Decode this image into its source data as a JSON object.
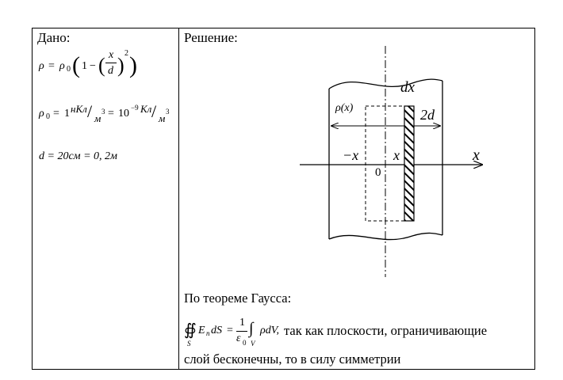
{
  "left": {
    "header": "Дано:",
    "rho_formula": {
      "lhs": "ρ",
      "eq": "=",
      "rho0": "ρ",
      "sub0": "0",
      "one": "1",
      "minus": "−",
      "x": "x",
      "d": "d",
      "pow": "2"
    },
    "rho0_line": {
      "rho0": "ρ",
      "sub0": "0",
      "eq1": "=",
      "one": "1",
      "unit1_num": "нКл",
      "unit1_den": "м",
      "cube": "3",
      "eq2": "=",
      "ten": "10",
      "exp": "−9",
      "unit2_num": "Кл",
      "unit2_den": "м",
      "cube2": "3"
    },
    "d_line": "d = 20см = 0, 2м"
  },
  "right": {
    "header": "Решение:",
    "diagram": {
      "dx": "dx",
      "rho_x": "ρ(x)",
      "two_d": "2d",
      "neg_x": "−x",
      "pos_x": "x",
      "axis_x": "x",
      "zero": "0"
    },
    "gauss_title": "По теореме Гаусса:",
    "gauss_formula": {
      "integral_surface": "∯",
      "lhs_body": "E",
      "lhs_sub": "n",
      "lhs_rest": "dS",
      "eq": "=",
      "frac_num": "1",
      "frac_den": "ε",
      "frac_den_sub": "0",
      "int_vol": "∫",
      "rhs": "ρdV,",
      "sub_s": "S",
      "sub_v": "V"
    },
    "gauss_text": "так как плоскости, ограничивающие",
    "last_line": "слой бесконечны, то в силу симметрии"
  }
}
